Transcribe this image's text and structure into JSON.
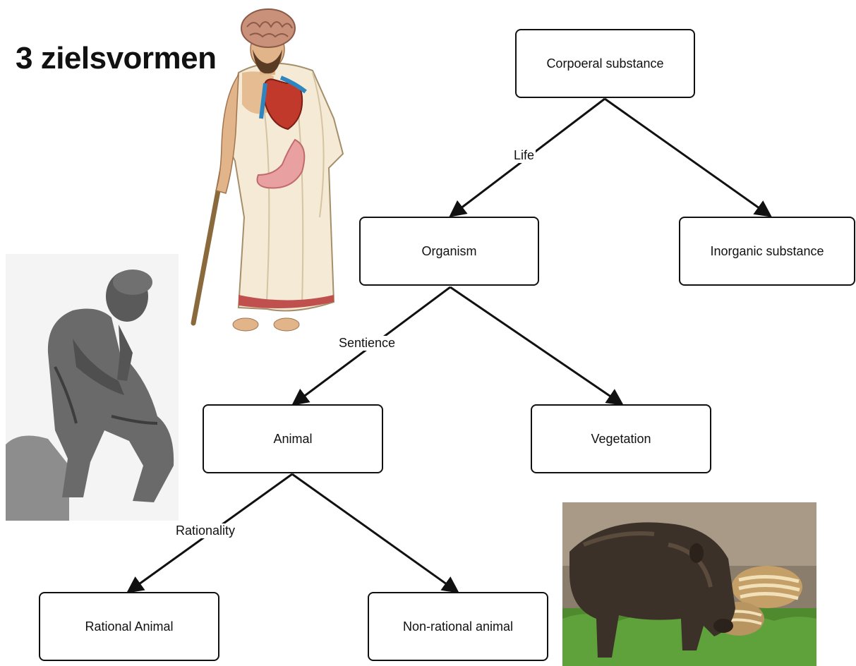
{
  "title": "3 zielsvormen",
  "nodes": {
    "corporeal": "Corpoeral substance",
    "organism": "Organism",
    "inorganic": "Inorganic substance",
    "animal": "Animal",
    "vegetation": "Vegetation",
    "rational": "Rational Animal",
    "nonrational": "Non-rational animal"
  },
  "edge_labels": {
    "life": "Life",
    "sentience": "Sentience",
    "rationality": "Rationality"
  },
  "pictures": {
    "ancient_figure": "ancient-robed-figure-with-brain-heart-stomach",
    "thinker": "thinker-statue",
    "boar": "wild-boar-with-piglets"
  },
  "colors": {
    "line": "#111111",
    "box_border": "#111111",
    "background": "#ffffff"
  }
}
